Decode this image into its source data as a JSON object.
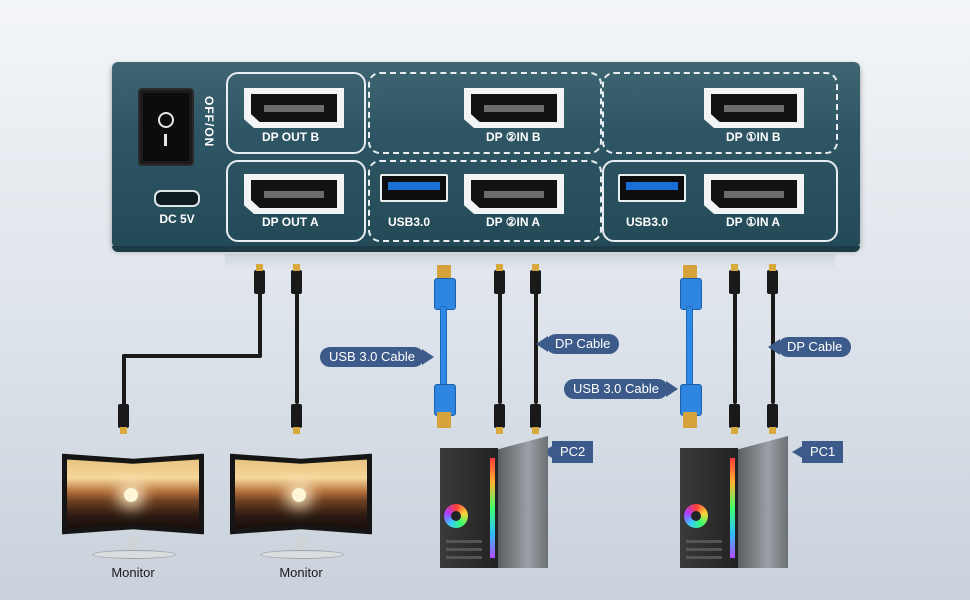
{
  "device": {
    "power_label": "OFF/ON",
    "dc_label": "DC 5V",
    "ports": {
      "dp_out_b": "DP OUT B",
      "dp2_in_b": "DP ②IN B",
      "dp1_in_b": "DP ①IN B",
      "dp_out_a": "DP OUT A",
      "usb_a": "USB3.0",
      "dp2_in_a": "DP ②IN A",
      "usb_b": "USB3.0",
      "dp1_in_a": "DP ①IN A"
    }
  },
  "callouts": {
    "usb_cable_left": "USB 3.0 Cable",
    "dp_cable_left": "DP Cable",
    "usb_cable_right": "USB 3.0 Cable",
    "dp_cable_right": "DP Cable",
    "pc2": "PC2",
    "pc1": "PC1"
  },
  "devices": {
    "monitor_left": "Monitor",
    "monitor_right": "Monitor"
  },
  "colors": {
    "device_body": "#2d5563",
    "callout_bg": "#3c5a8a",
    "usb_blue": "#2e8ae6",
    "plug_gold": "#d8a93b"
  }
}
